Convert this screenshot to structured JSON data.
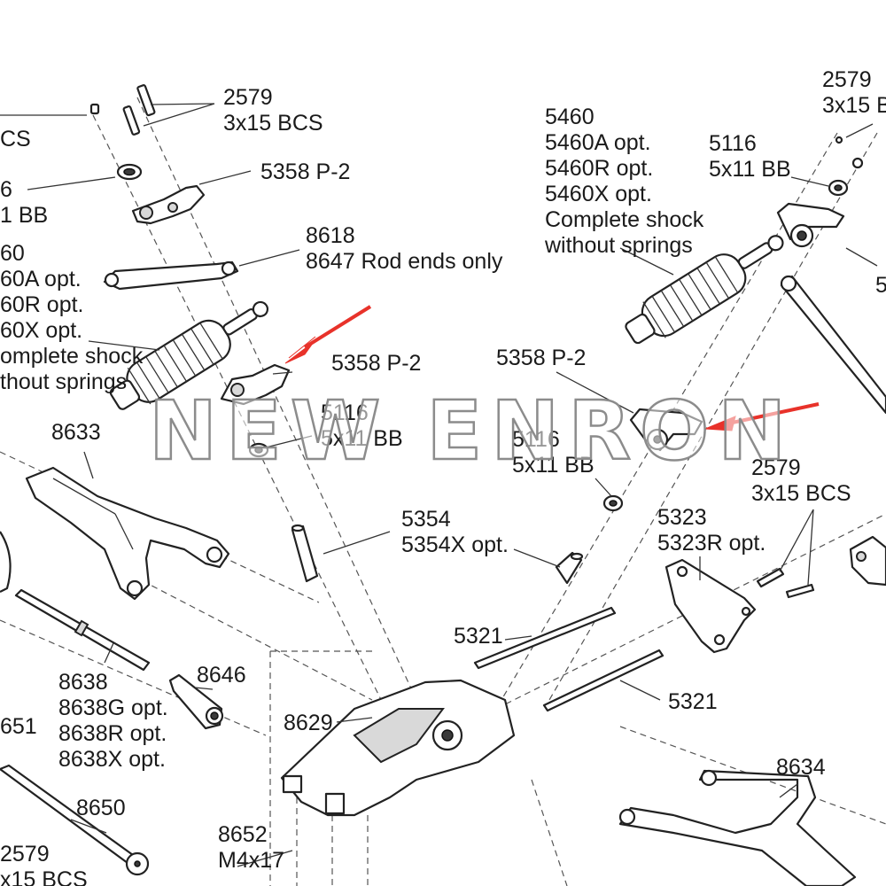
{
  "watermark": "NEW ENRON",
  "colors": {
    "highlight_arrow": "#e8322a",
    "line_art": "#222222",
    "watermark": "#8c8c8c"
  },
  "callouts": [
    {
      "id": "c-2579-a",
      "lines": [
        "2579",
        "3x15 BCS"
      ]
    },
    {
      "id": "c-cs-left",
      "lines": [
        "CS"
      ]
    },
    {
      "id": "c-5358-a",
      "lines": [
        "5358 P-2"
      ]
    },
    {
      "id": "c-bb-left",
      "lines": [
        "6",
        "1 BB"
      ]
    },
    {
      "id": "c-8618",
      "lines": [
        "8618",
        "8647 Rod ends only"
      ]
    },
    {
      "id": "c-shock-left",
      "lines": [
        "60",
        "60A opt.",
        "60R opt.",
        "60X opt.",
        "omplete shock",
        "thout springs"
      ]
    },
    {
      "id": "c-5358-b",
      "lines": [
        "5358 P-2"
      ]
    },
    {
      "id": "c-5116-a",
      "lines": [
        "5116",
        "5x11 BB"
      ]
    },
    {
      "id": "c-8633",
      "lines": [
        "8633"
      ]
    },
    {
      "id": "c-5460",
      "lines": [
        "5460",
        "5460A opt.",
        "5460R opt.",
        "5460X opt.",
        "Complete shock",
        "without springs"
      ]
    },
    {
      "id": "c-5116-b",
      "lines": [
        "5116",
        "5x11 BB"
      ]
    },
    {
      "id": "c-2579-b",
      "lines": [
        "2579",
        "3x15 B"
      ]
    },
    {
      "id": "c-5-right",
      "lines": [
        "5"
      ]
    },
    {
      "id": "c-5358-c",
      "lines": [
        "5358 P-2"
      ]
    },
    {
      "id": "c-5116-c",
      "lines": [
        "5116",
        "5x11 BB"
      ]
    },
    {
      "id": "c-2579-c",
      "lines": [
        "2579",
        "3x15 BCS"
      ]
    },
    {
      "id": "c-5323",
      "lines": [
        "5323",
        "5323R opt."
      ]
    },
    {
      "id": "c-5354",
      "lines": [
        "5354",
        "5354X opt."
      ]
    },
    {
      "id": "c-5321-a",
      "lines": [
        "5321"
      ]
    },
    {
      "id": "c-5321-b",
      "lines": [
        "5321"
      ]
    },
    {
      "id": "c-8638",
      "lines": [
        "8638",
        "8638G opt.",
        "8638R opt.",
        "8638X opt."
      ]
    },
    {
      "id": "c-8646",
      "lines": [
        "8646"
      ]
    },
    {
      "id": "c-8629",
      "lines": [
        "8629"
      ]
    },
    {
      "id": "c-651",
      "lines": [
        "651"
      ]
    },
    {
      "id": "c-8650",
      "lines": [
        "8650"
      ]
    },
    {
      "id": "c-8652",
      "lines": [
        "8652",
        "M4x17"
      ]
    },
    {
      "id": "c-2579-d",
      "lines": [
        "2579",
        "x15 BCS"
      ]
    },
    {
      "id": "c-8634",
      "lines": [
        "8634"
      ]
    }
  ],
  "icons": [
    "highlight-arrow-icon"
  ]
}
